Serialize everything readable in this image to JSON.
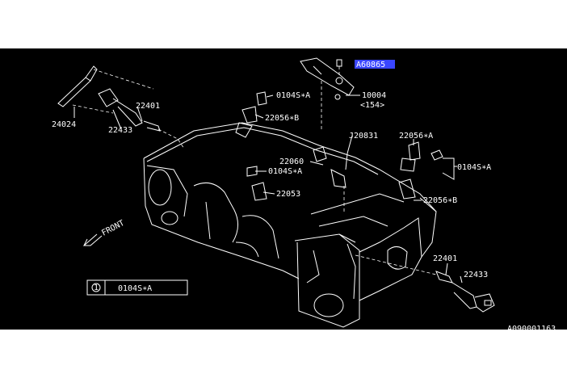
{
  "diagram": {
    "highlight_code": "A60865",
    "labels": {
      "l24024": "24024",
      "l22433a": "22433",
      "l22401a": "22401",
      "l0104sA_1": "0104S∗A",
      "l22056B_1": "22056∗B",
      "l10004": "10004",
      "l154": "<154>",
      "lJ20831": "J20831",
      "l22056A": "22056∗A",
      "l22060": "22060",
      "l0104sA_2": "0104S∗A",
      "l0104sA_3": "0104S∗A",
      "l22053": "22053",
      "l22056B_2": "22056∗B",
      "l22401b": "22401",
      "l22433b": "22433",
      "front": "FRONT"
    },
    "legend": {
      "marker": "1",
      "text": "0104S∗A"
    },
    "drawing_code": "A090001163"
  }
}
